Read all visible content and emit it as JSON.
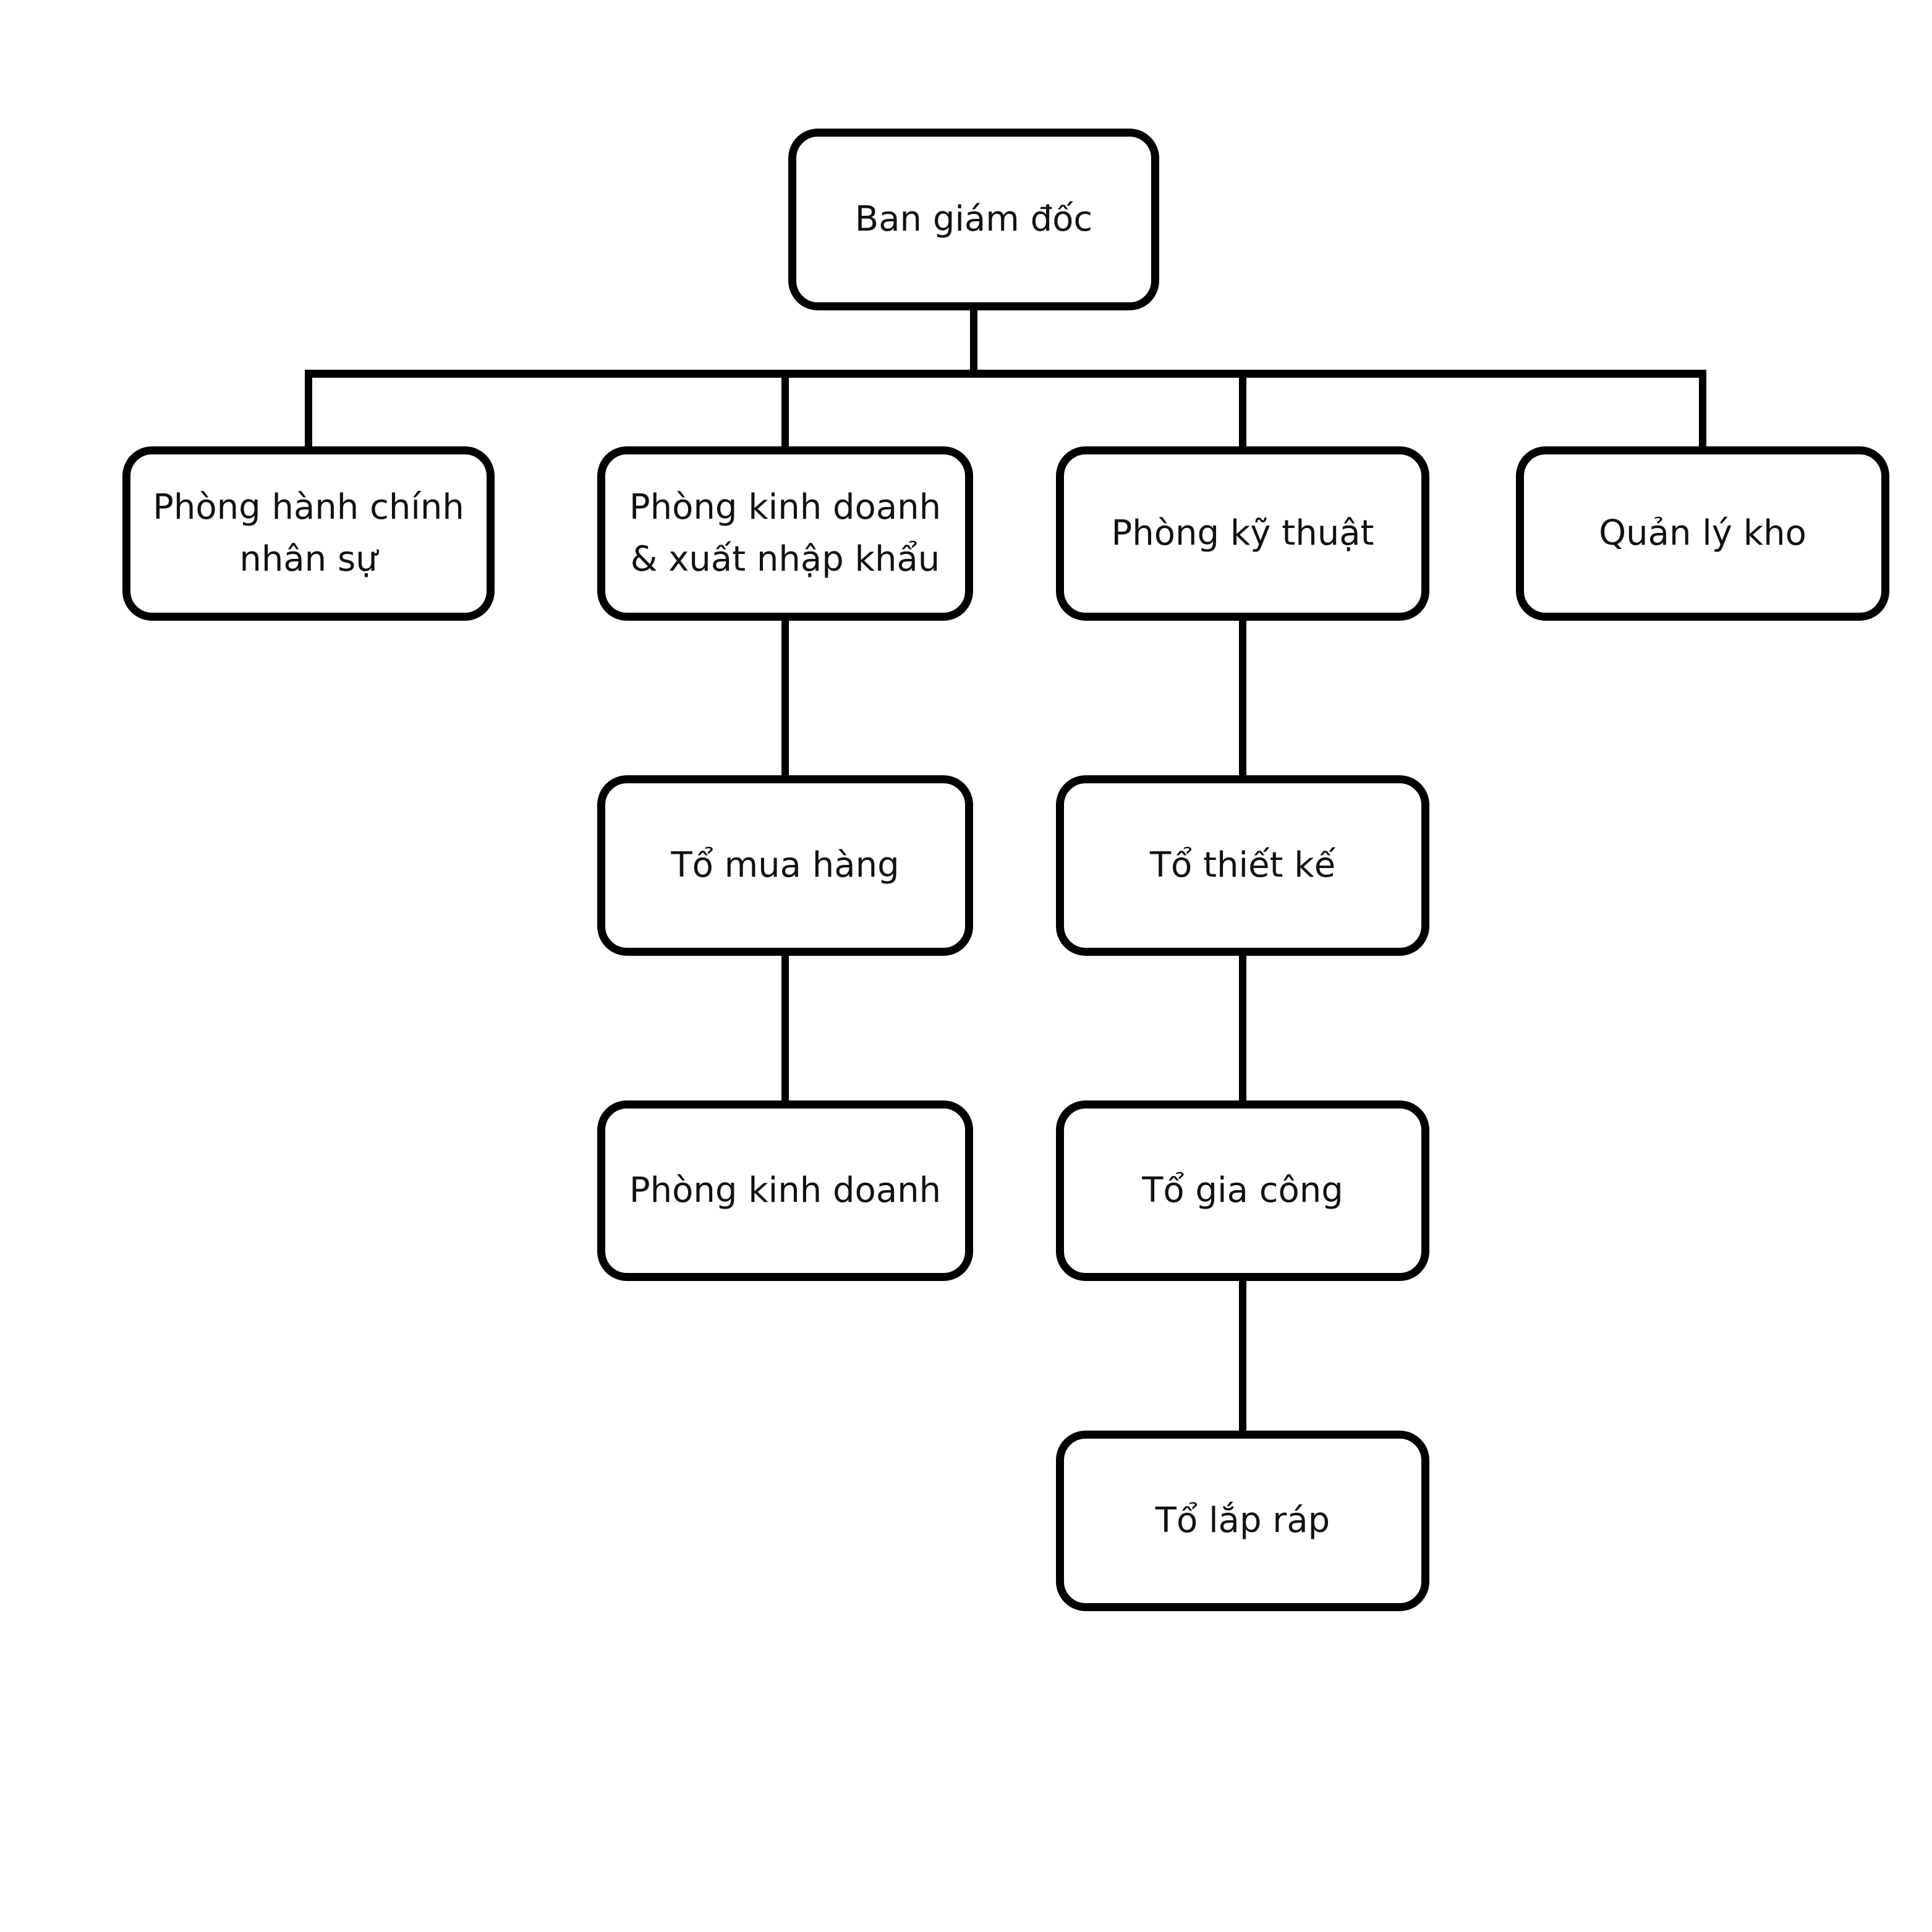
{
  "diagram": {
    "type": "org-chart",
    "background_color": "#ffffff",
    "box_fill_color": "#ffffff",
    "box_border_color": "#000000",
    "connector_color": "#000000",
    "text_color": "#111111",
    "nodes": {
      "root": {
        "label": "Ban giám đốc"
      },
      "hr": {
        "label": "Phòng hành chính\nnhân sự"
      },
      "sales": {
        "label": "Phòng kinh doanh\n& xuất nhập khẩu"
      },
      "tech": {
        "label": "Phòng kỹ thuật"
      },
      "warehouse": {
        "label": "Quản lý kho"
      },
      "purchasing": {
        "label": "Tổ mua hàng"
      },
      "design": {
        "label": "Tổ thiết kế"
      },
      "business": {
        "label": "Phòng kinh doanh"
      },
      "machining": {
        "label": "Tổ gia công"
      },
      "assembly": {
        "label": "Tổ lắp ráp"
      }
    },
    "edges": [
      {
        "from": "root",
        "to": "hr"
      },
      {
        "from": "root",
        "to": "sales"
      },
      {
        "from": "root",
        "to": "tech"
      },
      {
        "from": "root",
        "to": "warehouse"
      },
      {
        "from": "sales",
        "to": "purchasing"
      },
      {
        "from": "purchasing",
        "to": "business"
      },
      {
        "from": "tech",
        "to": "design"
      },
      {
        "from": "design",
        "to": "machining"
      },
      {
        "from": "machining",
        "to": "assembly"
      }
    ]
  }
}
